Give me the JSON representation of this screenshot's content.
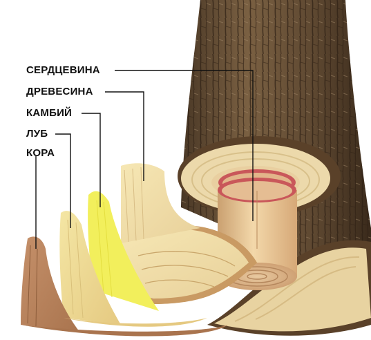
{
  "labels": {
    "heartwood": "СЕРДЦЕВИНА",
    "sapwood": "ДРЕВЕСИНА",
    "cambium": "КАМБИЙ",
    "phloem": "ЛУБ",
    "bark": "КОРА"
  },
  "colors": {
    "trunk_bark": "#6b5236",
    "bark_dark": "#3b2a1a",
    "cut_surface": "#ead7a8",
    "heartwood": "#d8a16c",
    "heartwood_ring": "#c4484c",
    "cambium_layer": "#f2ef60",
    "phloem_layer": "#f0dc90",
    "bark_layer": "#c08a60",
    "leader_line": "#111111"
  }
}
